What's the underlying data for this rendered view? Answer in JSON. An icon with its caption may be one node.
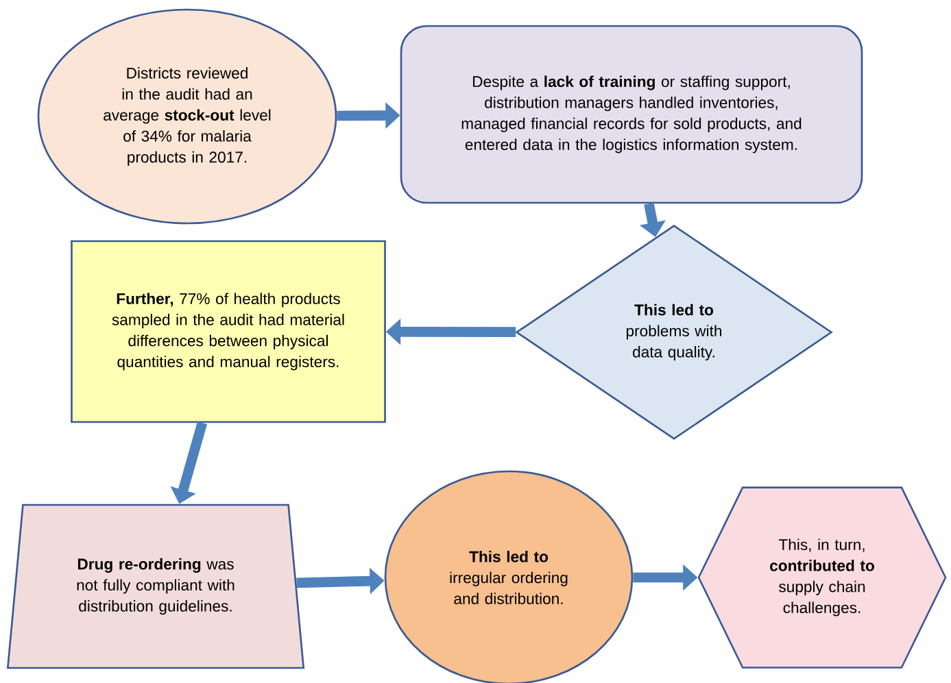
{
  "diagram": {
    "nodes": [
      {
        "text": [
          "Districts reviewed in the audit had an average **stock-out** level of 34% for malaria products in 2017."
        ]
      },
      {
        "text": [
          "Despite a **lack of training** or staffing support, distribution managers handled inventories, managed financial records for sold products, and entered data in the logistics information system."
        ]
      },
      {
        "text": [
          "**This led to** problems with data quality."
        ]
      },
      {
        "text": [
          "**Further,** 77% of health products sampled in the audit had material differences between physical quantities and manual registers."
        ]
      },
      {
        "text": [
          "**Drug re-ordering** was not fully compliant with distribution guidelines."
        ]
      },
      {
        "text": [
          "**This led to** irregular ordering and distribution."
        ]
      },
      {
        "text": [
          "This, in turn, **contributed to** supply chain challenges."
        ]
      }
    ],
    "edges": [
      {
        "from": 0,
        "to": 1,
        "arrow": "to"
      },
      {
        "from": 1,
        "to": 2,
        "arrow": "to"
      },
      {
        "from": 2,
        "to": 3,
        "arrow": "to"
      },
      {
        "from": 3,
        "to": 4,
        "arrow": "to"
      },
      {
        "from": 4,
        "to": 5,
        "arrow": "to"
      },
      {
        "from": 5,
        "to": 6,
        "arrow": "to"
      }
    ]
  }
}
